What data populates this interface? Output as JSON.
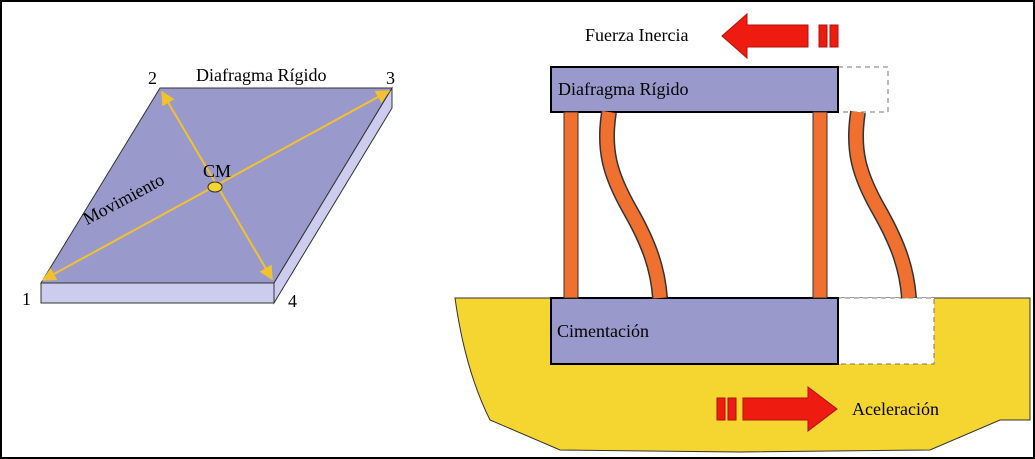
{
  "left_figure": {
    "title": "Diafragma Rígido",
    "corner_1": "1",
    "corner_2": "2",
    "corner_3": "3",
    "corner_4": "4",
    "center_label": "CM",
    "movement_label": "Movimiento"
  },
  "right_figure": {
    "force_label": "Fuerza Inercia",
    "diaphragm_label": "Diafragma Rígido",
    "foundation_label": "Cimentación",
    "acceleration_label": "Aceleración"
  },
  "colors": {
    "slab_top": "#9999cc",
    "slab_side": "#ccccee",
    "arrow_yellow": "#f2c12e",
    "column_orange": "#f07030",
    "ground_yellow": "#f5d530",
    "arrow_red": "#ee1c10"
  }
}
